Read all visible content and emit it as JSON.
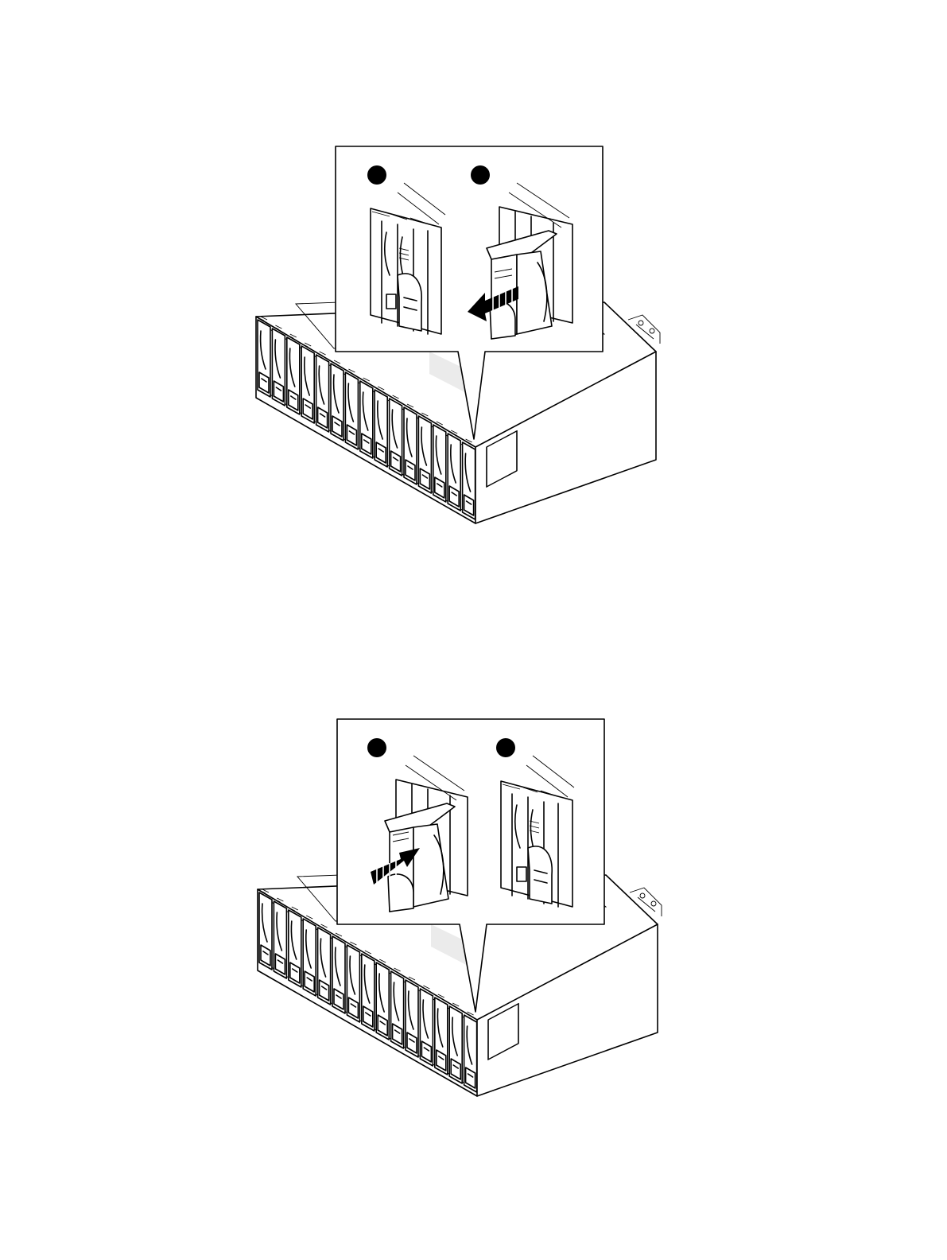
{
  "colors": {
    "line": "#000000",
    "background": "#ffffff",
    "step_marker": "#000000"
  },
  "figures": [
    {
      "id": "remove",
      "chassis_bay_count": 15,
      "callout_panels": [
        {
          "step_marker": "filled-circle",
          "view": "drive-seated",
          "arrow": "none"
        },
        {
          "step_marker": "filled-circle",
          "view": "drive-pulled-out",
          "arrow": "outward"
        }
      ]
    },
    {
      "id": "install",
      "chassis_bay_count": 15,
      "callout_panels": [
        {
          "step_marker": "filled-circle",
          "view": "drive-pushed-in",
          "arrow": "inward"
        },
        {
          "step_marker": "filled-circle",
          "view": "drive-seated",
          "arrow": "none"
        }
      ]
    }
  ]
}
